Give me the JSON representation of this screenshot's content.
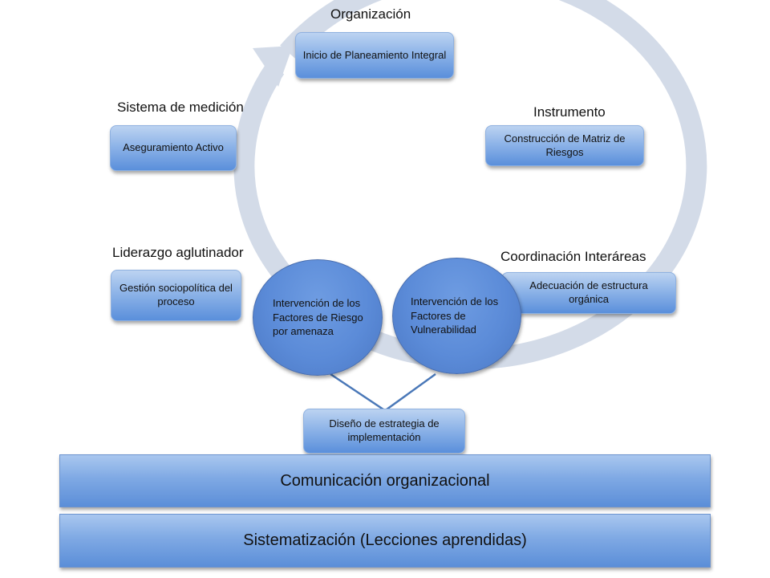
{
  "labels": {
    "organizacion": "Organización",
    "sistema_medicion": "Sistema de medición",
    "instrumento": "Instrumento",
    "liderazgo": "Liderazgo aglutinador",
    "coordinacion": "Coordinación Interáreas"
  },
  "boxes": {
    "inicio": "Inicio de Planeamiento Integral",
    "aseguramiento": "Aseguramiento Activo",
    "matriz": "Construcción de Matriz de Riesgos",
    "gestion": "Gestión sociopolítica del proceso",
    "adecuacion": "Adecuación de estructura orgánica",
    "diseno": "Diseño de estrategia de implementación"
  },
  "circles": {
    "amenaza": "Intervención de los Factores de Riesgo por amenaza",
    "vulnerabilidad": "Intervención de los Factores de Vulnerabilidad"
  },
  "bands": {
    "comunicacion": "Comunicación organizacional",
    "sistematizacion": "Sistematización (Lecciones aprendidas)"
  },
  "colors": {
    "ring": "#d3dbe8",
    "box_top": "#bcd3f1",
    "box_bottom": "#5a8fdb",
    "circle": "#5b8bd8",
    "connector": "#4a78b8"
  }
}
